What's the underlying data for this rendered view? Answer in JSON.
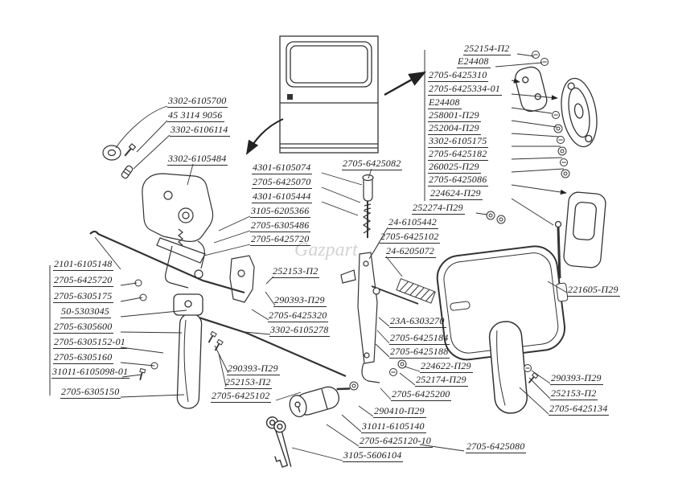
{
  "diagram": {
    "watermark": "Gazpart",
    "colors": {
      "line": "#333333",
      "background": "#ffffff",
      "label": "#1a1a1a",
      "watermark": "#d4d4d4"
    },
    "labels": [
      {
        "text": "3302-6105700"
      },
      {
        "text": "45 3114 9056"
      },
      {
        "text": "3302-6106114"
      },
      {
        "text": "3302-6105484"
      },
      {
        "text": "4301-6105074"
      },
      {
        "text": "2705-6425070"
      },
      {
        "text": "4301-6105444"
      },
      {
        "text": "3105-6205366"
      },
      {
        "text": "2705-6305486"
      },
      {
        "text": "2705-6425720"
      },
      {
        "text": "2705-6425082"
      },
      {
        "text": "2101-6105148"
      },
      {
        "text": "2705-6425720"
      },
      {
        "text": "2705-6305175"
      },
      {
        "text": "50-5303045"
      },
      {
        "text": "2705-6305600"
      },
      {
        "text": "2705-6305152-01"
      },
      {
        "text": "2705-6305160"
      },
      {
        "text": "31011-6105098-01"
      },
      {
        "text": "2705-6305150"
      },
      {
        "text": "252153-П2"
      },
      {
        "text": "290393-П29"
      },
      {
        "text": "2705-6425320"
      },
      {
        "text": "3302-6105278"
      },
      {
        "text": "24-6105442"
      },
      {
        "text": "2705-6425102"
      },
      {
        "text": "24-6205072"
      },
      {
        "text": "290393-П29"
      },
      {
        "text": "252153-П2"
      },
      {
        "text": "2705-6425102"
      },
      {
        "text": "23А-6303270"
      },
      {
        "text": "2705-6425184"
      },
      {
        "text": "2705-6425188"
      },
      {
        "text": "224622-П29"
      },
      {
        "text": "252174-П29"
      },
      {
        "text": "2705-6425200"
      },
      {
        "text": "290410-П29"
      },
      {
        "text": "31011-6105140"
      },
      {
        "text": "2705-6425120-10"
      },
      {
        "text": "3105-5606104"
      },
      {
        "text": "252154-П2"
      },
      {
        "text": "Е24408"
      },
      {
        "text": "2705-6425310"
      },
      {
        "text": "2705-6425334-01"
      },
      {
        "text": "Е24408"
      },
      {
        "text": "258001-П29"
      },
      {
        "text": "252004-П29"
      },
      {
        "text": "3302-6105175"
      },
      {
        "text": "2705-6425182"
      },
      {
        "text": "260025-П29"
      },
      {
        "text": "2705-6425086"
      },
      {
        "text": "224624-П29"
      },
      {
        "text": "252274-П29"
      },
      {
        "text": "221605-П29"
      },
      {
        "text": "290393-П29"
      },
      {
        "text": "252153-П2"
      },
      {
        "text": "2705-6425134"
      },
      {
        "text": "2705-6425080"
      }
    ]
  }
}
